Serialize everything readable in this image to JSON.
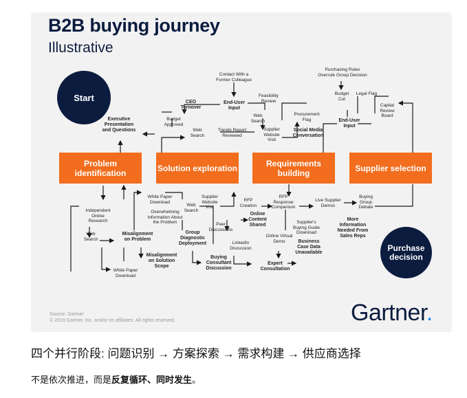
{
  "title": "B2B buying journey",
  "subtitle": "Illustrative",
  "start_label": "Start",
  "end_label": "Purchase decision",
  "stages": [
    "Problem identification",
    "Solution exploration",
    "Requirements building",
    "Supplier selection"
  ],
  "labels": {
    "exec": "Executive\nPresentation\nand Questions",
    "ceo": "CEO\nTurnover",
    "budget_approved": "Budget\nApproved",
    "web_search_top": "Web\nSearch",
    "contact": "Contact With a\nFormer Colleague",
    "end_user_input_1": "End-User\nInput",
    "feasibility": "Feasibility\nReview",
    "web_search_mid": "Web\nSearch",
    "trends": "Trends Report\nReviewed",
    "supplier_site_top": "Supplier\nWebsite\nVisit",
    "procurement": "Procurement\nFlag",
    "social": "Social Media\nConversation",
    "purchasing_rules": "Purchasing Rules\nOverrule Group Decision",
    "budget_cut": "Budget\nCut",
    "legal": "Legal Flag",
    "end_user_input_2": "End-User\nInput",
    "capital": "Capital\nReview\nBoard",
    "independent": "Independent\nOnline\nResearch",
    "web_search_left": "Web\nSearch",
    "white_paper_left": "White Paper\nDownload",
    "misalign_problem": "Misalignment\non Problem",
    "misalign_scope": "Misalignment\non Solution\nScope",
    "white_paper_mid": "White Paper\nDownload",
    "overwhelming": "Overwhelming\nInformation About\nthe Problem",
    "web_search_low": "Web\nSearch",
    "group_diag": "Group\nDiagnostic\nDeployment",
    "supplier_site_low": "Supplier\nWebsite\nVisit",
    "peer": "Peer\nDiscussions",
    "buying_consultant": "Buying\nConsultant\nDiscussion",
    "rfp_creation": "RFP\nCreation",
    "online_content": "Online\nContent\nShared",
    "linkedin": "LinkedIn\nDiscussion",
    "rfp_response": "RFP\nResponse\nComparison",
    "supplier_guide": "Supplier's\nBuying Guide\nDownload",
    "online_demo": "Online Virtual\nDemo",
    "business_case": "Business\nCase Data\nUnavailable",
    "expert": "Expert\nConsultation",
    "live_demos": "Live Supplier\nDemos",
    "debate": "Buying\nGroup\nDebate",
    "more_info": "More\nInformation\nNeeded From\nSales Reps"
  },
  "source": "Source: Gartner\n© 2019 Gartner, Inc. and/or its affiliates. All rights reserved.",
  "logo": "Gartner",
  "caption_line1": "四个并行阶段: 问题识别 → 方案探索 → 需求构建 → 供应商选择",
  "caption_line2_plain": "不是依次推进，而是",
  "caption_line2_bold": "反复循环、同时发生",
  "caption_line2_end": "。",
  "colors": {
    "navy": "#0b1c3f",
    "orange": "#f26d1d",
    "card_bg": "#f2f2f2",
    "logo_dot": "#1a8cff"
  }
}
